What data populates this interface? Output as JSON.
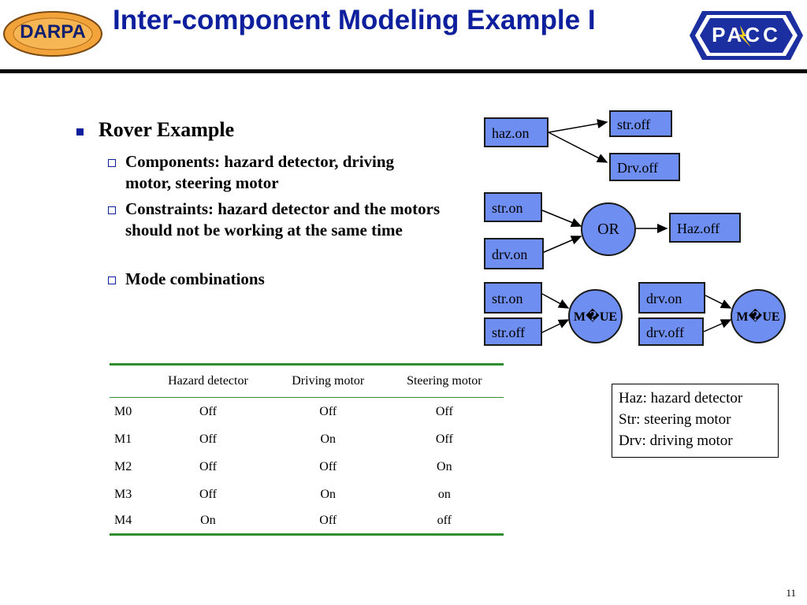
{
  "header": {
    "title": "Inter-component Modeling Example I",
    "left_logo_text": "DARPA",
    "right_logo_text": "PACC"
  },
  "bullets": {
    "main": "Rover Example",
    "sub": [
      "Components: hazard detector, driving motor, steering motor",
      "Constraints: hazard detector and the motors should not be working at the same time",
      "Mode combinations"
    ]
  },
  "diagram": {
    "group1": {
      "source": "haz.on",
      "targets": [
        "str.off",
        "Drv.off"
      ]
    },
    "group2": {
      "inputs": [
        "str.on",
        "drv.on"
      ],
      "gate": "OR",
      "output": "Haz.off"
    },
    "group3a": {
      "inputs": [
        "str.on",
        "str.off"
      ],
      "gate": "M�UE"
    },
    "group3b": {
      "inputs": [
        "drv.on",
        "drv.off"
      ],
      "gate": "M�UE"
    }
  },
  "table": {
    "headers": [
      "",
      "Hazard detector",
      "Driving motor",
      "Steering motor"
    ],
    "rows": [
      [
        "M0",
        "Off",
        "Off",
        "Off"
      ],
      [
        "M1",
        "Off",
        "On",
        "Off"
      ],
      [
        "M2",
        "Off",
        "Off",
        "On"
      ],
      [
        "M3",
        "Off",
        "On",
        "on"
      ],
      [
        "M4",
        "On",
        "Off",
        "off"
      ]
    ]
  },
  "legend": [
    "Haz: hazard detector",
    "Str: steering motor",
    "Drv: driving motor"
  ],
  "page_number": "11",
  "colors": {
    "title": "#0d1f9c",
    "box_fill": "#6f8ef2",
    "table_rule": "#2f8f2f"
  }
}
